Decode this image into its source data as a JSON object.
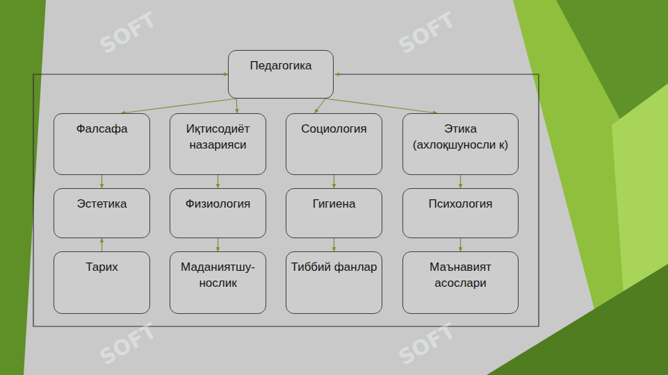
{
  "diagram": {
    "nodes": [
      {
        "text": [
          "Педагогика"
        ]
      },
      {
        "text": [
          "Фалсафа"
        ]
      },
      {
        "text": [
          "Иқтисодиёт назарияси"
        ]
      },
      {
        "text": [
          "Социология"
        ]
      },
      {
        "text": [
          "Этика (ахлоқшуносли к)"
        ]
      },
      {
        "text": [
          "Эстетика"
        ]
      },
      {
        "text": [
          "Физиология"
        ]
      },
      {
        "text": [
          "Гигиена"
        ]
      },
      {
        "text": [
          "Психология"
        ]
      },
      {
        "text": [
          "Тарих"
        ]
      },
      {
        "text": [
          "Маданиятшу- нослик"
        ]
      },
      {
        "text": [
          "Тиббий фанлар"
        ]
      },
      {
        "text": [
          "Маънавият асослари"
        ]
      }
    ],
    "edges": [
      {
        "from": 0,
        "to": 1,
        "arrow": "to"
      },
      {
        "from": 0,
        "to": 2,
        "arrow": "to"
      },
      {
        "from": 0,
        "to": 3,
        "arrow": "to"
      },
      {
        "from": 0,
        "to": 4,
        "arrow": "to"
      },
      {
        "from": 1,
        "to": 5,
        "arrow": "to"
      },
      {
        "from": 9,
        "to": 5,
        "arrow": "to"
      },
      {
        "from": 2,
        "to": 6,
        "arrow": "to"
      },
      {
        "from": 6,
        "to": 10,
        "arrow": "to"
      },
      {
        "from": 3,
        "to": 7,
        "arrow": "to"
      },
      {
        "from": 7,
        "to": 11,
        "arrow": "to"
      },
      {
        "from": 4,
        "to": 8,
        "arrow": "to"
      },
      {
        "from": 8,
        "to": 12,
        "arrow": "to"
      }
    ],
    "labels": [
      "SOFT",
      "SOFT",
      "SOFT",
      "SOFT"
    ]
  }
}
